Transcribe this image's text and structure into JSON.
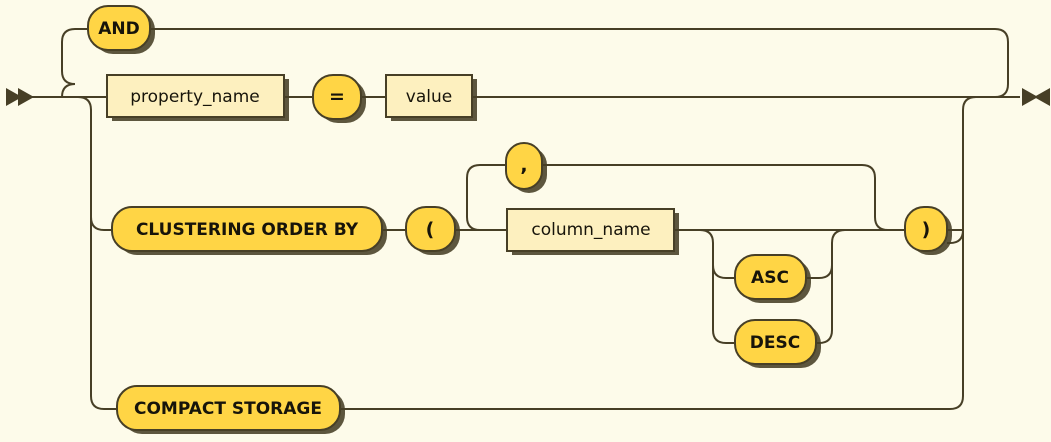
{
  "diagram": {
    "kind": "railroad-syntax-diagram",
    "title": "table-options",
    "colors": {
      "background": "#fdfbea",
      "line": "#473f26",
      "terminal_fill": "#ffd545",
      "nonterminal_fill": "#fdf0bf",
      "text": "#17140a",
      "shadow": "#473f26"
    },
    "start_marker": "double-right-arrow",
    "end_marker": "bowtie-marker",
    "nodes": {
      "and": {
        "label": "AND",
        "type": "terminal"
      },
      "property_name": {
        "label": "property_name",
        "type": "nonterminal"
      },
      "equals": {
        "label": "=",
        "type": "terminal"
      },
      "value": {
        "label": "value",
        "type": "nonterminal"
      },
      "clustering_order_by": {
        "label": "CLUSTERING ORDER BY",
        "type": "terminal"
      },
      "open_paren": {
        "label": "(",
        "type": "terminal"
      },
      "comma": {
        "label": ",",
        "type": "terminal"
      },
      "column_name": {
        "label": "column_name",
        "type": "nonterminal"
      },
      "asc": {
        "label": "ASC",
        "type": "terminal"
      },
      "desc": {
        "label": "DESC",
        "type": "terminal"
      },
      "close_paren": {
        "label": ")",
        "type": "terminal"
      },
      "compact_storage": {
        "label": "COMPACT STORAGE",
        "type": "terminal"
      }
    }
  }
}
